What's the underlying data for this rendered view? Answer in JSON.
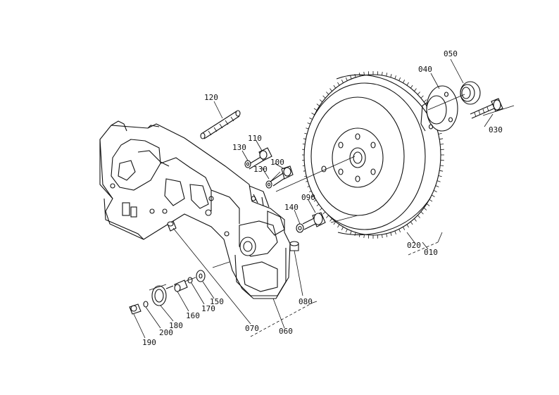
{
  "callouts": [
    {
      "id": "c010",
      "text": "010"
    },
    {
      "id": "c020",
      "text": "020"
    },
    {
      "id": "c030",
      "text": "030"
    },
    {
      "id": "c040",
      "text": "040"
    },
    {
      "id": "c050",
      "text": "050"
    },
    {
      "id": "c060",
      "text": "060"
    },
    {
      "id": "c070",
      "text": "070"
    },
    {
      "id": "c080",
      "text": "080"
    },
    {
      "id": "c090",
      "text": "090"
    },
    {
      "id": "c100",
      "text": "100"
    },
    {
      "id": "c110",
      "text": "110"
    },
    {
      "id": "c120",
      "text": "120"
    },
    {
      "id": "c130a",
      "text": "130"
    },
    {
      "id": "c130b",
      "text": "130"
    },
    {
      "id": "c140",
      "text": "140"
    },
    {
      "id": "c150",
      "text": "150"
    },
    {
      "id": "c160",
      "text": "160"
    },
    {
      "id": "c170",
      "text": "170"
    },
    {
      "id": "c180",
      "text": "180"
    },
    {
      "id": "c190",
      "text": "190"
    },
    {
      "id": "c200",
      "text": "200"
    }
  ]
}
